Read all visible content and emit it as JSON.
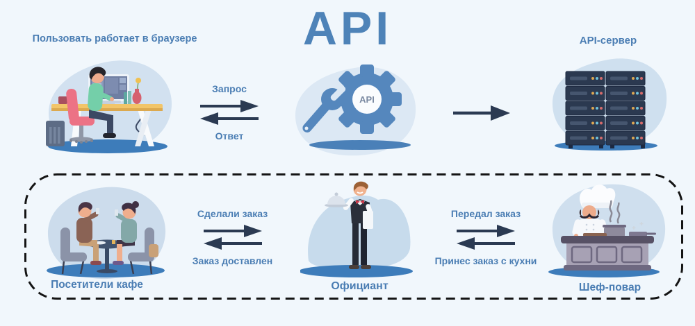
{
  "title": "API",
  "colors": {
    "background": "#f1f7fc",
    "title-blue": "#4e83b8",
    "label-blue": "#4a7db3",
    "arrow-navy": "#2b3a52",
    "ground-blue": "#3d7cba",
    "gear-blue": "#5587bd",
    "server-navy": "#2b3950",
    "dashed-border": "#141414"
  },
  "api_flow": {
    "user": {
      "label": "Пользовать работает в браузере"
    },
    "request_arrows": {
      "top": "Запрос",
      "bottom": "Ответ"
    },
    "gear": {
      "badge": "API"
    },
    "server": {
      "label": "API-сервер"
    }
  },
  "cafe_analogy": {
    "visitors": {
      "label": "Посетители кафе"
    },
    "order_arrows": {
      "top": "Сделали заказ",
      "bottom": "Заказ доставлен"
    },
    "waiter": {
      "label": "Официант"
    },
    "kitchen_arrows": {
      "top": "Передал заказ",
      "bottom": "Принес заказ с кухни"
    },
    "chef": {
      "label": "Шеф-повар"
    }
  }
}
